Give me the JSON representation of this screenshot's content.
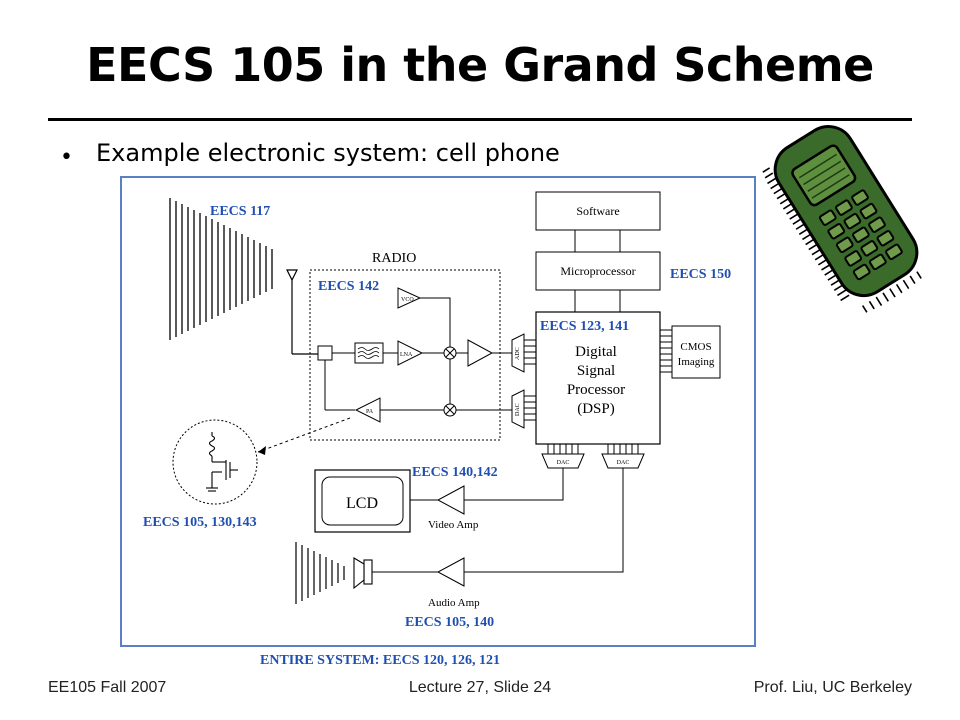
{
  "slide": {
    "title": "EECS 105 in the Grand Scheme",
    "bullet": "Example electronic system:  cell phone"
  },
  "diagram": {
    "courses": {
      "eecs117": "EECS 117",
      "eecs142": "EECS 142",
      "eecs150": "EECS 150",
      "eecs123_141": "EECS 123, 141",
      "eecs140_142": "EECS 140,142",
      "eecs105_130_143": "EECS 105, 130,143",
      "eecs105_140": "EECS 105, 140",
      "entire_system": "ENTIRE SYSTEM:  EECS 120, 126, 121"
    },
    "blocks": {
      "radio": "RADIO",
      "software": "Software",
      "microprocessor": "Microprocessor",
      "dsp_line1": "Digital",
      "dsp_line2": "Signal",
      "dsp_line3": "Processor",
      "dsp_line4": "(DSP)",
      "cmos_line1": "CMOS",
      "cmos_line2": "Imaging",
      "lcd": "LCD",
      "video_amp": "Video Amp",
      "audio_amp": "Audio Amp",
      "vco": "VCO",
      "lna": "LNA",
      "pa": "PA",
      "adc": "ADC",
      "dac": "DAC"
    },
    "colors": {
      "frame": "#5b7fc4",
      "course_text": "#1f4fb0",
      "phone_green": "#3a6b2a"
    }
  },
  "footer": {
    "left": "EE105 Fall 2007",
    "center": "Lecture 27, Slide 24",
    "right": "Prof. Liu, UC Berkeley"
  }
}
